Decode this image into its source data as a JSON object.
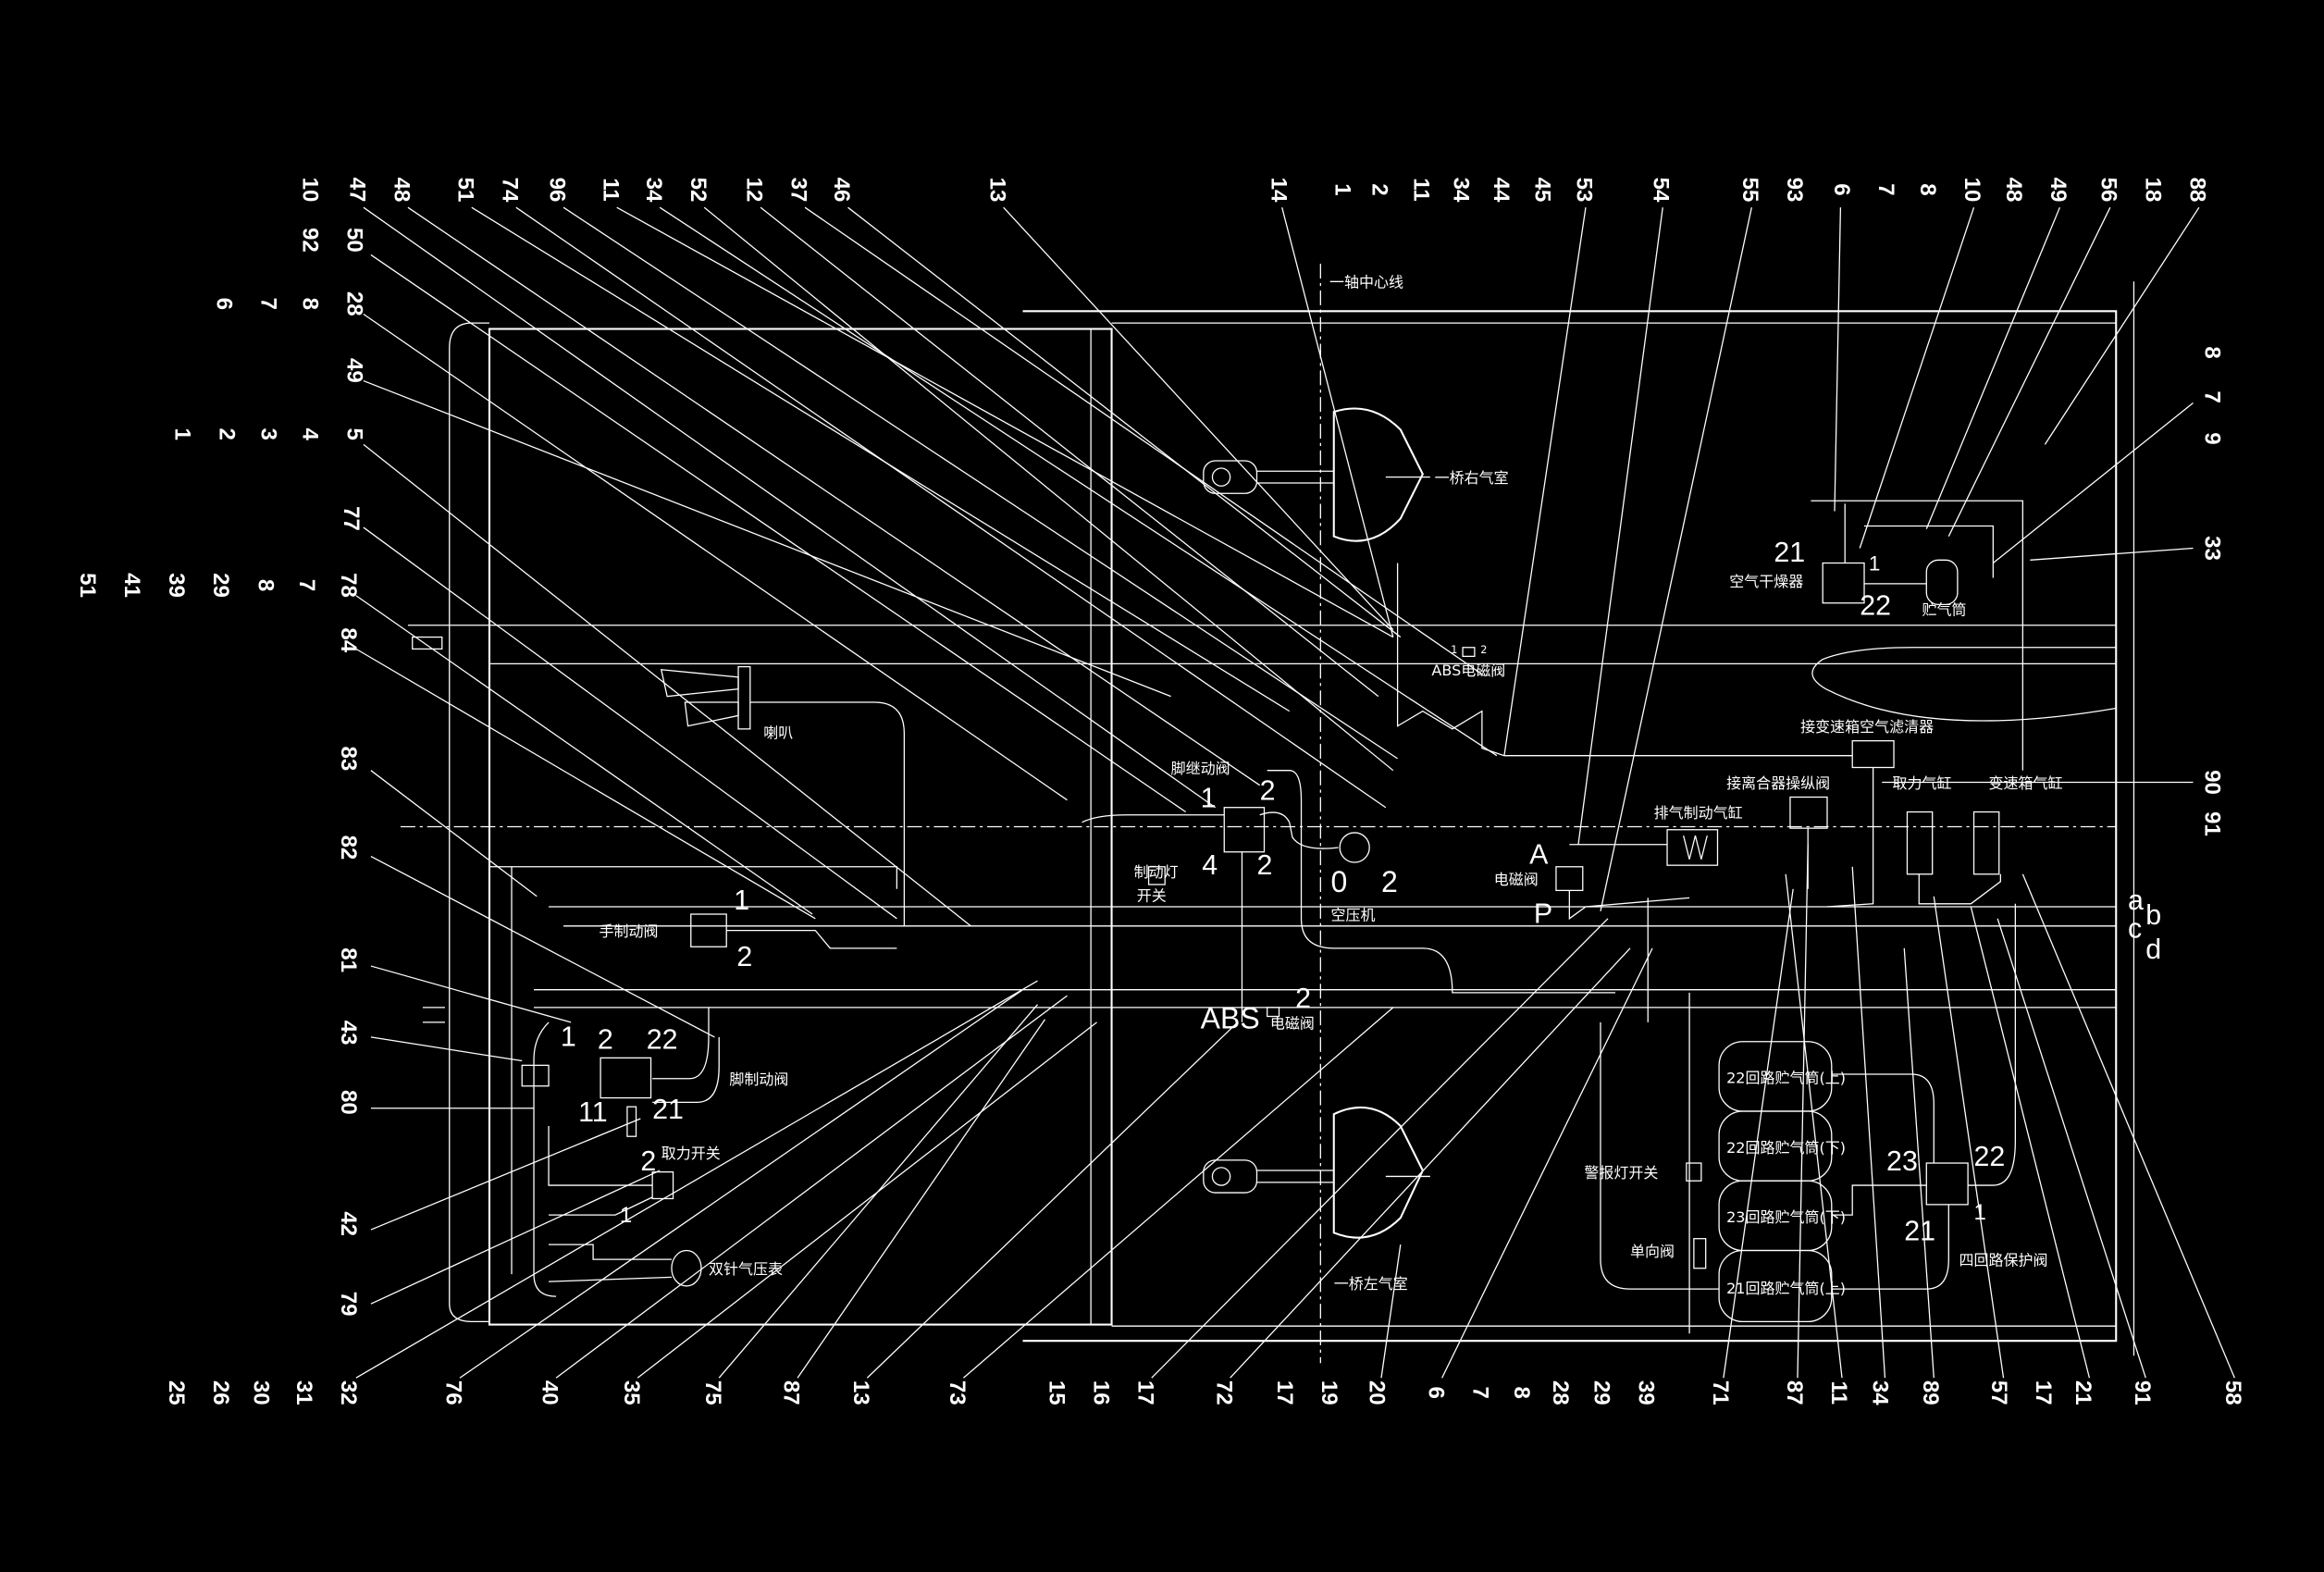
{
  "colors": {
    "background": "#000000",
    "lines": "#ffffff"
  },
  "callouts": {
    "top_left_row1": [
      "10",
      "47",
      "48",
      "51",
      "74",
      "96",
      "11",
      "34",
      "52",
      "12",
      "37",
      "46",
      "13"
    ],
    "top_left_row2": [
      "92",
      "50"
    ],
    "left_row3": [
      "6",
      "7",
      "8",
      "28"
    ],
    "left_49": [
      "49"
    ],
    "left_row5": [
      "1",
      "2",
      "3",
      "4",
      "5"
    ],
    "left_77": [
      "77"
    ],
    "left_row7": [
      "51",
      "41",
      "39",
      "29",
      "8",
      "7",
      "78"
    ],
    "left_column": [
      "84",
      "83",
      "82",
      "81",
      "43",
      "80",
      "42",
      "79"
    ],
    "bottom_row": [
      "25",
      "26",
      "30",
      "31",
      "32",
      "76",
      "40",
      "35",
      "75",
      "87",
      "13",
      "73",
      "15",
      "16",
      "17",
      "72",
      "17",
      "19",
      "20",
      "6",
      "7",
      "8",
      "28",
      "29",
      "39",
      "71",
      "87",
      "11",
      "34",
      "89",
      "57",
      "17",
      "21",
      "91",
      "58"
    ],
    "top_right_row": [
      "14",
      "1",
      "2",
      "11",
      "34",
      "44",
      "45",
      "53",
      "54",
      "55",
      "93",
      "6",
      "7",
      "8",
      "10",
      "48",
      "49",
      "56",
      "18",
      "88"
    ],
    "right_column": [
      "8",
      "7",
      "9",
      "33",
      "90",
      "91"
    ]
  },
  "components": {
    "axle_centerline": "一轴中心线",
    "right_chamber": "一桥右气室",
    "left_chamber": "一桥左气室",
    "horn": "喇叭",
    "hand_brake_valve": {
      "label": "手制动阀",
      "port1": "1",
      "port2": "2"
    },
    "relay_valve": {
      "label": "脚继动阀",
      "p1": "1",
      "p2a": "2",
      "p4": "4",
      "p2b": "2"
    },
    "brake_light_switch": {
      "line1": "制动灯",
      "line2": "开关"
    },
    "compressor": {
      "label": "空压机",
      "p0": "0",
      "p2": "2"
    },
    "abs_valve_top": {
      "label": "ABS电磁阀",
      "p1": "1",
      "p2": "2"
    },
    "abs_valve_bottom": {
      "abs": "ABS",
      "label": "电磁阀",
      "p2": "2"
    },
    "air_dryer": {
      "label": "空气干燥器",
      "p21": "21",
      "p1": "1",
      "p22": "22"
    },
    "reservoir_small": "贮气筒",
    "gearbox_air_filter": "接变速箱空气滤清器",
    "clutch_control_valve": "接离合器操纵阀",
    "pto_cylinder": "取力气缸",
    "gearbox_cylinder": "变速箱气缸",
    "exhaust_brake_cylinder": "排气制动气缸",
    "solenoid_valve": {
      "label": "电磁阀",
      "a": "A",
      "p": "P"
    },
    "connections": [
      "a",
      "b",
      "c",
      "d"
    ],
    "tanks": [
      "22回路贮气筒(上)",
      "22回路贮气筒(下)",
      "23回路贮气筒(下)",
      "21回路贮气筒(上)"
    ],
    "alarm_light_switch": "警报灯开关",
    "check_valve": "单向阀",
    "four_circuit_valve": {
      "label": "四回路保护阀",
      "p23": "23",
      "p22": "22",
      "p21": "21",
      "p1": "1"
    },
    "foot_brake_valve": {
      "label": "脚制动阀",
      "p1": "1",
      "p2": "2",
      "p22": "22",
      "p11": "11",
      "p21": "21"
    },
    "pto_switch": {
      "label": "取力开关",
      "p2": "2",
      "p1": "1"
    },
    "dual_gauge": "双针气压表"
  }
}
